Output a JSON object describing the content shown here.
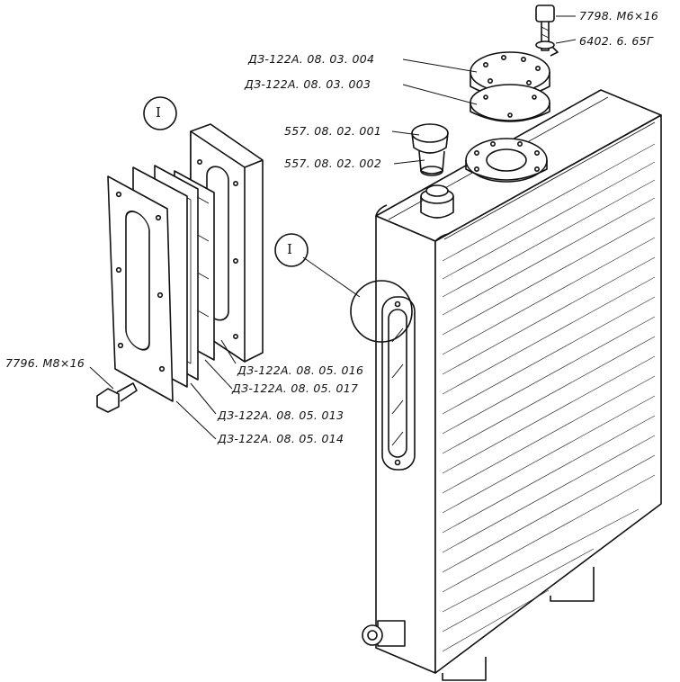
{
  "callout_mark": "I",
  "labels": {
    "bolt_top": "7798. M6×16",
    "washer_top": "6402. 6. 65Г",
    "cover": "ДЗ-122А. 08. 03. 004",
    "gasket_cover": "ДЗ-122А. 08. 03. 003",
    "filler_cap": "557. 08. 02. 001",
    "filler_neck": "557. 08. 02. 002",
    "glass_016": "ДЗ-122А. 08. 05. 016",
    "glass_017": "ДЗ-122А. 08. 05. 017",
    "gasket_013": "ДЗ-122А. 08. 05. 013",
    "frame_014": "ДЗ-122А. 08. 05. 014",
    "bolt_side": "7796. M8×16"
  },
  "colors": {
    "ink": "#111111",
    "paper": "#ffffff"
  }
}
